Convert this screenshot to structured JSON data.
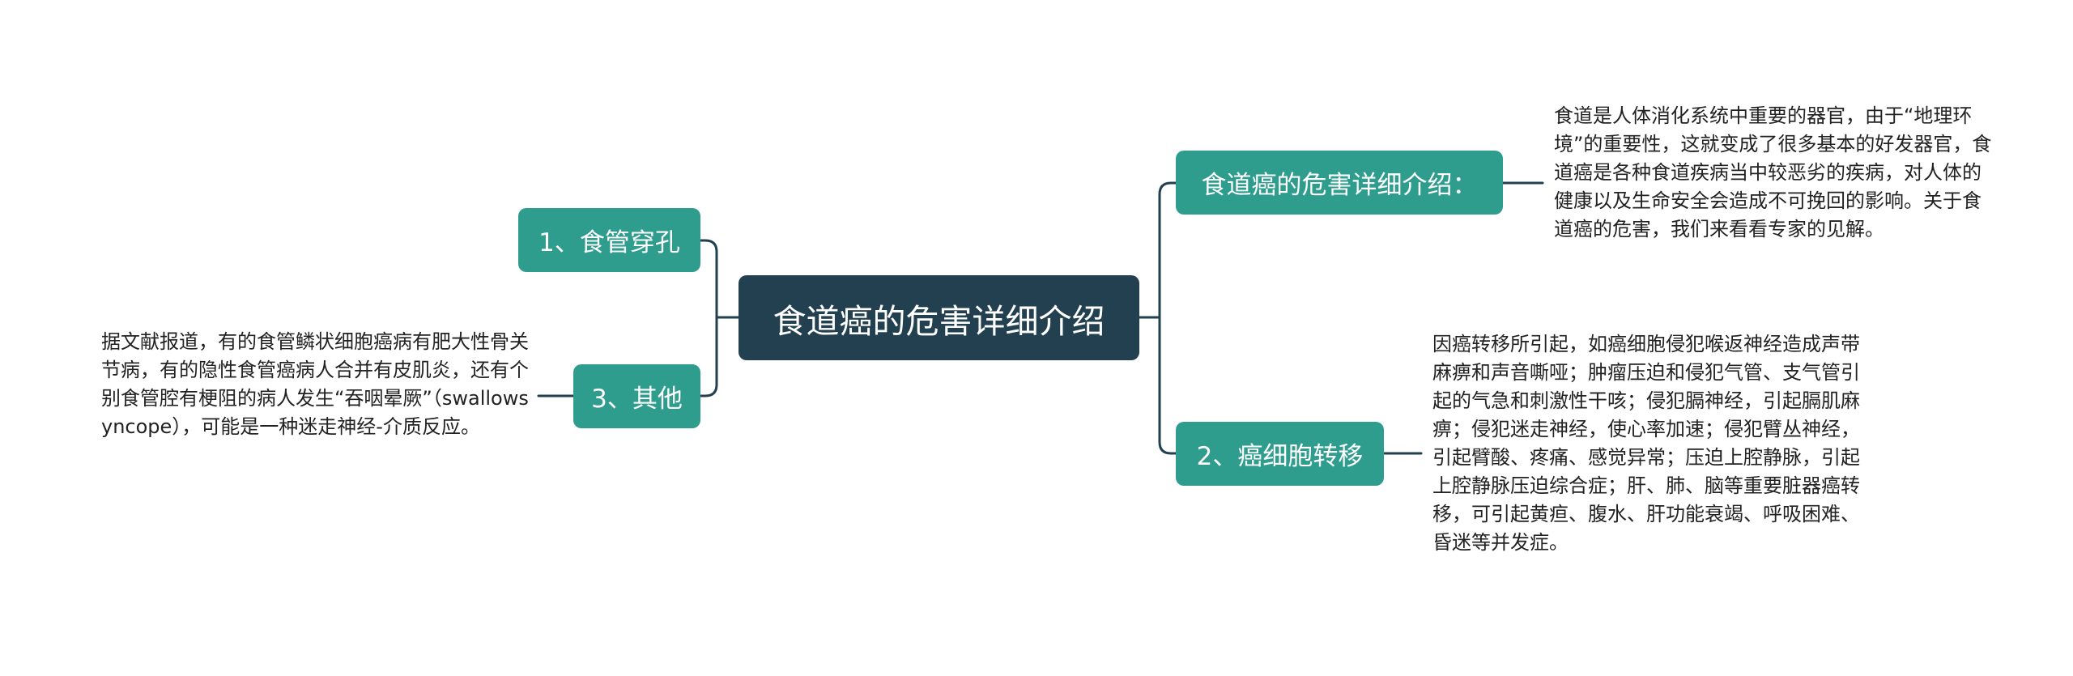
{
  "mindmap": {
    "root": "食道癌的危害详细介绍",
    "left": [
      {
        "label": "1、食管穿孔"
      },
      {
        "label": "3、其他",
        "note": "据文献报道，有的食管鳞状细胞癌病有肥大性骨关节病，有的隐性食管癌病人合并有皮肌炎，还有个别食管腔有梗阻的病人发生“吞咽晕厥”（swallowsyncope），可能是一种迷走神经-介质反应。"
      }
    ],
    "right": [
      {
        "label": "食道癌的危害详细介绍：",
        "note": "食道是人体消化系统中重要的器官，由于“地理环境”的重要性，这就变成了很多基本的好发器官，食道癌是各种食道疾病当中较恶劣的疾病，对人体的健康以及生命安全会造成不可挽回的影响。关于食道癌的危害，我们来看看专家的见解。"
      },
      {
        "label": "2、癌细胞转移",
        "note": "因癌转移所引起，如癌细胞侵犯喉返神经造成声带麻痹和声音嘶哑；肿瘤压迫和侵犯气管、支气管引起的气急和刺激性干咳；侵犯膈神经，引起膈肌麻痹；侵犯迷走神经，使心率加速；侵犯臂丛神经，引起臂酸、疼痛、感觉异常；压迫上腔静脉，引起上腔静脉压迫综合症；肝、肺、脑等重要脏器癌转移，可引起黄疸、腹水、肝功能衰竭、呼吸困难、昏迷等并发症。"
      }
    ],
    "colors": {
      "root": "#22404f",
      "branch": "#2f9d8e",
      "line": "#22404f",
      "text": "#222222"
    }
  }
}
